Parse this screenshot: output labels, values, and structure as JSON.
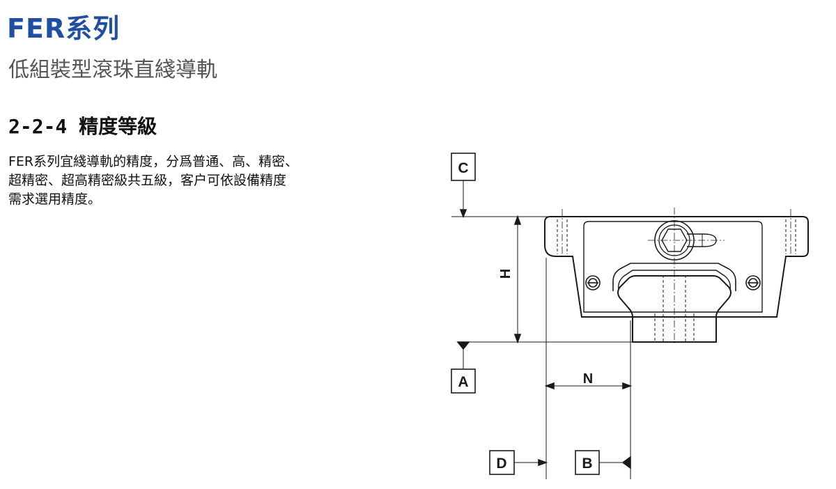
{
  "header": {
    "series_title": "FER系列",
    "subtitle": "低組裝型滾珠直綫導軌"
  },
  "section": {
    "heading": "2-2-4 精度等級",
    "description_lines": [
      "FER系列宜綫導軌的精度，分爲普通、高、精密、",
      "超精密、超高精密級共五級，客户可依設備精度",
      "需求選用精度。"
    ]
  },
  "drawing": {
    "datum_labels": {
      "c": "C",
      "a": "A",
      "d": "D",
      "b": "B"
    },
    "dimension_labels": {
      "height": "H",
      "width": "N"
    }
  }
}
